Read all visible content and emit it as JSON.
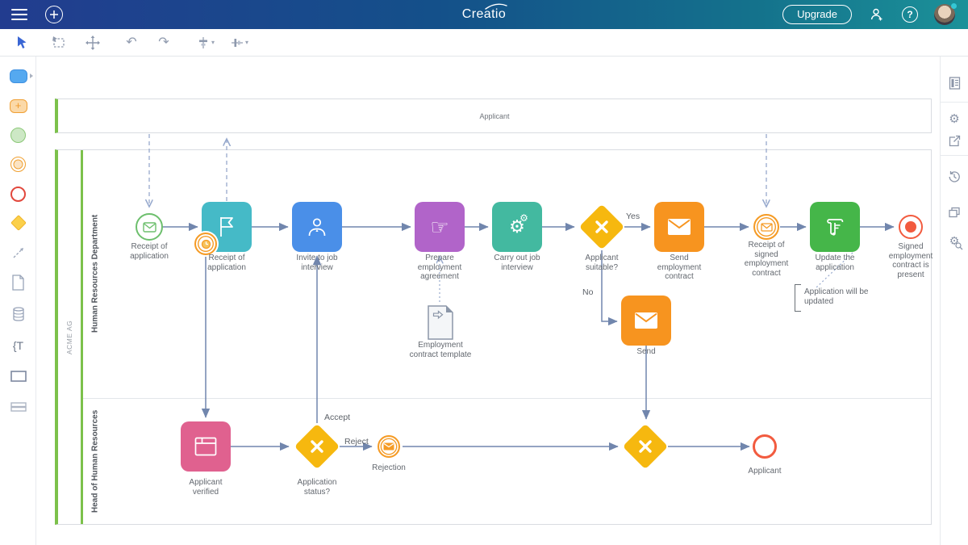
{
  "topbar": {
    "logo": "Creatio",
    "upgrade_label": "Upgrade",
    "icons": [
      "hamburger-icon",
      "add-record-icon",
      "add-user-icon",
      "help-icon",
      "avatar"
    ]
  },
  "glyphs": {
    "help": "?",
    "gear": "⚙",
    "hand": "☞",
    "undo": "↶",
    "redo": "↷",
    "caret": "▾",
    "text_annotation": "{T",
    "plus": "+"
  },
  "toolbar": {
    "icons": [
      "pointer-tool",
      "lasso-select-tool",
      "move-tool",
      "undo",
      "redo",
      "align-horizontal-center",
      "align-vertical-center"
    ]
  },
  "palette": {
    "icons": [
      "task-shape",
      "subprocess-shape",
      "start-event-shape",
      "intermediate-event-shape",
      "end-event-shape",
      "gateway-shape",
      "connector-shape",
      "document-shape",
      "data-store-shape",
      "text-annotation-shape",
      "pool-shape",
      "lane-shape"
    ]
  },
  "rightbar": {
    "icons": [
      "properties-panel",
      "settings-gear",
      "export-share",
      "history-clock",
      "windows-copy",
      "advanced-settings-search"
    ]
  },
  "diagram": {
    "pools": {
      "applicant": {
        "label": "Applicant"
      },
      "acme": {
        "label": "ACME AG"
      }
    },
    "lanes": {
      "hr_department": {
        "label": "Human Resources Department"
      },
      "head_of_hr": {
        "label": "Head of Human Resources"
      }
    },
    "nodes": {
      "start_receipt": {
        "label": "Receipt of application",
        "icon": "message-envelope-icon",
        "type": "start-message-event"
      },
      "task_receipt": {
        "label": "Receipt of application",
        "icon": "flag-icon",
        "type": "task",
        "color": "#45bac7"
      },
      "timer_boundary": {
        "label": "",
        "icon": "clock-icon",
        "type": "boundary-timer-event"
      },
      "task_invite": {
        "label": "Invite to job interview",
        "icon": "person-icon",
        "type": "task",
        "color": "#4a8fe8"
      },
      "task_prepare": {
        "label": "Prepare employment agreement",
        "icon": "hand-icon",
        "type": "task",
        "color": "#b164c9"
      },
      "task_carry": {
        "label": "Carry out job interview",
        "icon": "gears-icon",
        "type": "task",
        "color": "#43b9a0"
      },
      "gw_suitable": {
        "label": "Applicant suitable?",
        "icon": "x-icon",
        "type": "exclusive-gateway"
      },
      "task_send_contract": {
        "label": "Send employment contract",
        "icon": "envelope-filled-icon",
        "type": "task",
        "color": "#f7941f"
      },
      "ev_receipt_signed": {
        "label": "Receipt of signed employment contract",
        "icon": "message-envelope-icon",
        "type": "intermediate-message-event"
      },
      "task_update": {
        "label": "Update the application",
        "icon": "scroll-icon",
        "type": "task",
        "color": "#45b649"
      },
      "end_signed": {
        "label": "Signed employment contract is present",
        "type": "end-event"
      },
      "doc_template": {
        "label": "Employment contract template",
        "icon": "data-object-icon",
        "type": "data-object"
      },
      "task_send": {
        "label": "Send",
        "icon": "envelope-filled-icon",
        "type": "task",
        "color": "#f7941f"
      },
      "task_verified": {
        "label": "Applicant verified",
        "icon": "table-icon",
        "type": "task",
        "color": "#e0618f"
      },
      "gw_status": {
        "label": "Application status?",
        "icon": "x-icon",
        "type": "exclusive-gateway"
      },
      "ev_rejection": {
        "label": "Rejection",
        "icon": "message-envelope-filled-icon",
        "type": "intermediate-message-throw-event"
      },
      "gw_merge": {
        "label": "",
        "icon": "x-icon",
        "type": "exclusive-gateway"
      },
      "end_applicant": {
        "label": "Applicant",
        "type": "end-event"
      }
    },
    "edge_labels": {
      "yes": "Yes",
      "no": "No",
      "accept": "Accept",
      "reject": "Reject"
    },
    "annotation": {
      "text": "Application will be updated"
    }
  }
}
